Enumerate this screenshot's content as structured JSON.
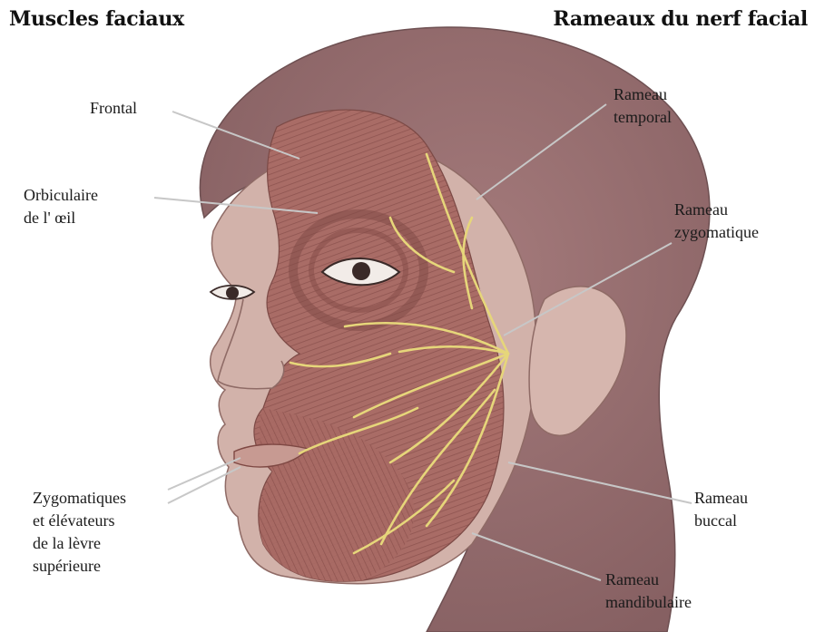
{
  "titles": {
    "left": "Muscles faciaux",
    "right": "Rameaux du nerf facial"
  },
  "muscle_labels": {
    "frontal": [
      "Frontal"
    ],
    "orbicularis": [
      "Orbiculaire",
      "de l' œil"
    ],
    "zygomatic": [
      "Zygomatiques",
      "et élévateurs",
      "de la lèvre",
      "supérieure"
    ]
  },
  "nerve_labels": {
    "temporal": [
      "Rameau",
      "temporal"
    ],
    "zygomatic": [
      "Rameau",
      "zygomatique"
    ],
    "buccal": [
      "Rameau",
      "buccal"
    ],
    "mandibular": [
      "Rameau",
      "mandibulaire"
    ]
  },
  "colors": {
    "hair": "#9a7273",
    "hair_shadow": "#7e5c5e",
    "skin": "#d2b2aa",
    "muscle": "#a96c66",
    "muscle_dark": "#8e5450",
    "nerve": "#e6d67a",
    "leader_line": "#c7c7c7",
    "text": "#1a1a1a"
  }
}
